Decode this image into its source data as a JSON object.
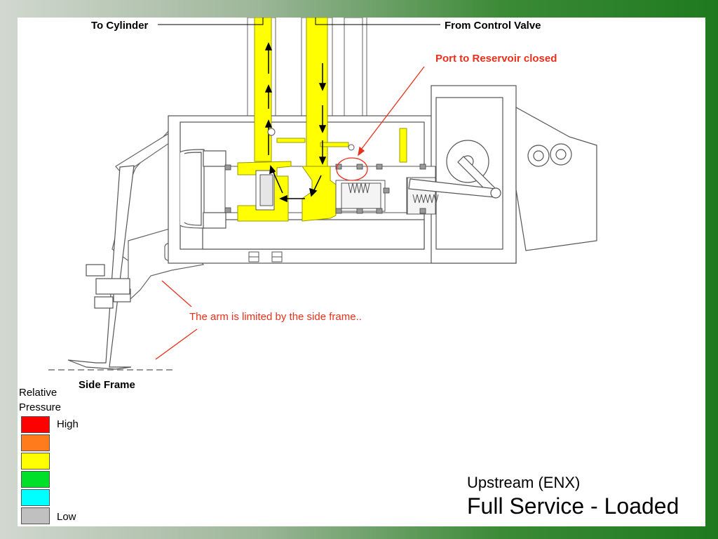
{
  "labels": {
    "to_cylinder": "To Cylinder",
    "from_control_valve": "From Control Valve",
    "port_to_reservoir": "Port to Reservoir closed",
    "arm_limited": "The arm is limited by the side frame..",
    "side_frame": "Side Frame"
  },
  "legend": {
    "title_line1": "Relative",
    "title_line2": "Pressure",
    "high": "High",
    "low": "Low",
    "colors": [
      "#ff0000",
      "#ff7b1c",
      "#ffff00",
      "#00e02a",
      "#00ffff",
      "#c0c0c0"
    ]
  },
  "title": {
    "subtitle": "Upstream (ENX)",
    "main": "Full Service - Loaded"
  },
  "colors": {
    "oil_high": "#ffff00",
    "oil_outline": "#999900",
    "annotation": "#e8301c",
    "frame_green": "#1f7a1f"
  }
}
